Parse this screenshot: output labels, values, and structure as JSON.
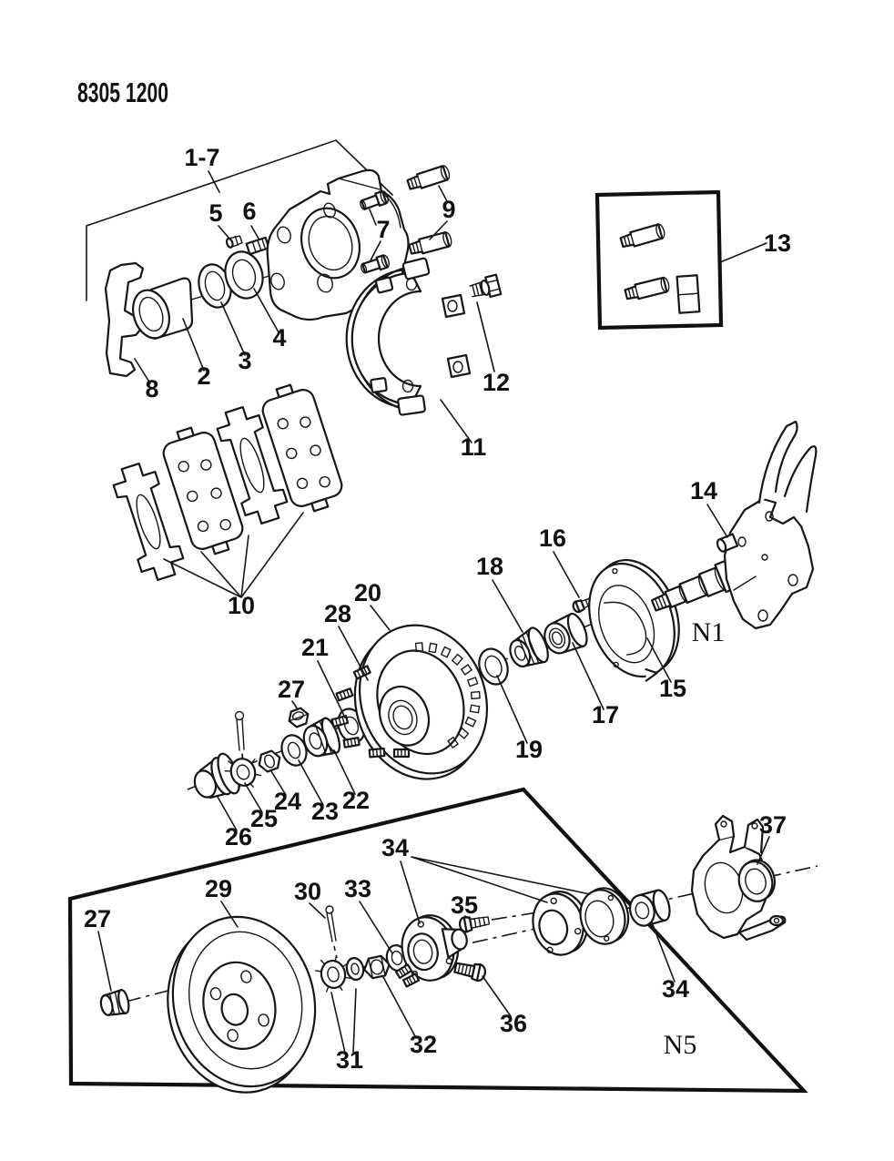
{
  "page": {
    "code": "8305 1200"
  },
  "diagram": {
    "callouts": [
      {
        "label": "1-7"
      },
      {
        "label": "5"
      },
      {
        "label": "6"
      },
      {
        "label": "7"
      },
      {
        "label": "9"
      },
      {
        "label": "2"
      },
      {
        "label": "3"
      },
      {
        "label": "4"
      },
      {
        "label": "8"
      },
      {
        "label": "10"
      },
      {
        "label": "11"
      },
      {
        "label": "12"
      },
      {
        "label": "13"
      },
      {
        "label": "14"
      },
      {
        "label": "15"
      },
      {
        "label": "16"
      },
      {
        "label": "17"
      },
      {
        "label": "18"
      },
      {
        "label": "19"
      },
      {
        "label": "20"
      },
      {
        "label": "21"
      },
      {
        "label": "22"
      },
      {
        "label": "23"
      },
      {
        "label": "24"
      },
      {
        "label": "25"
      },
      {
        "label": "26"
      },
      {
        "label": "27"
      },
      {
        "label": "28"
      },
      {
        "label": "27"
      },
      {
        "label": "29"
      },
      {
        "label": "30"
      },
      {
        "label": "31"
      },
      {
        "label": "32"
      },
      {
        "label": "33"
      },
      {
        "label": "34"
      },
      {
        "label": "34"
      },
      {
        "label": "35"
      },
      {
        "label": "36"
      },
      {
        "label": "37"
      }
    ],
    "section_labels": [
      {
        "label": "N1"
      },
      {
        "label": "N5"
      }
    ]
  }
}
